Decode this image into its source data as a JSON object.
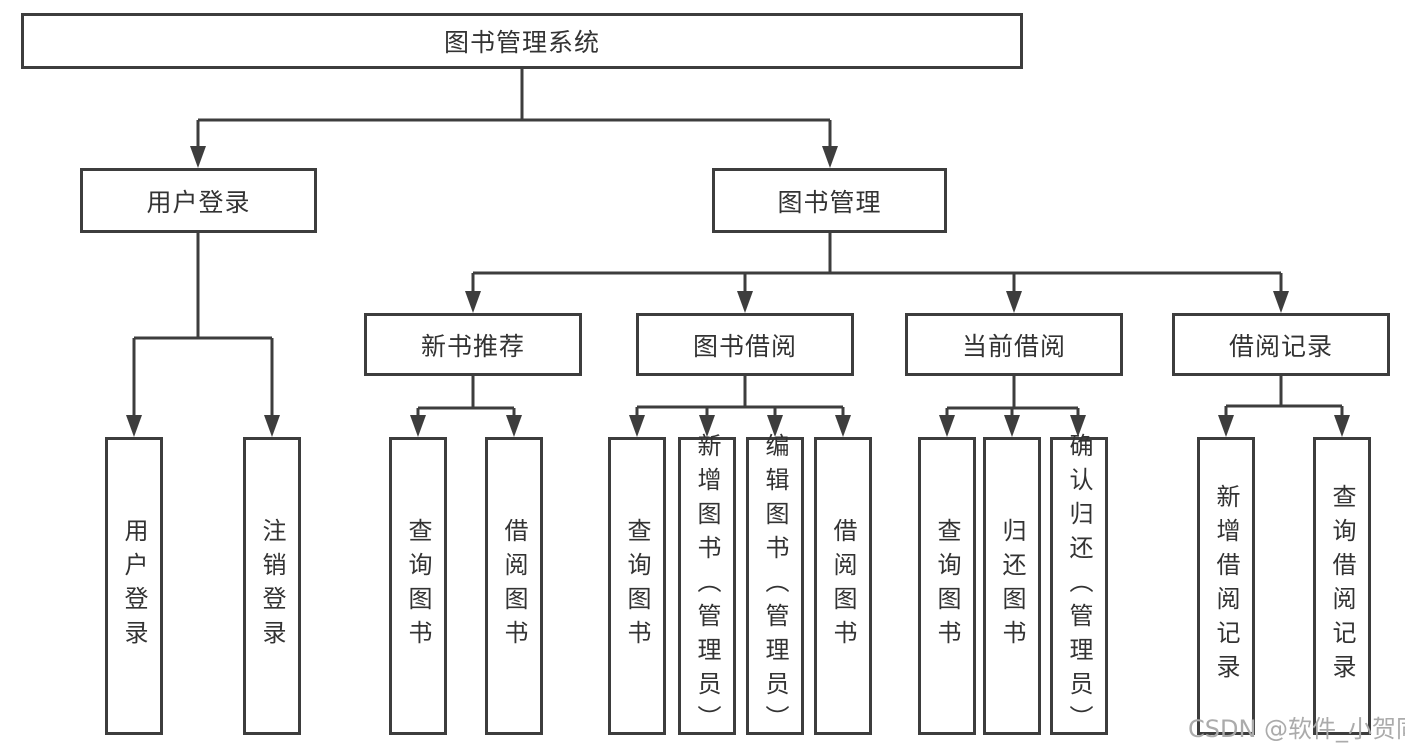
{
  "diagram": {
    "root": {
      "label": "图书管理系统"
    },
    "branches": [
      {
        "label": "用户登录",
        "children": [
          {
            "label": "用户登录"
          },
          {
            "label": "注销登录"
          }
        ]
      },
      {
        "label": "图书管理",
        "children": [
          {
            "label": "新书推荐",
            "children": [
              {
                "label": "查询图书"
              },
              {
                "label": "借阅图书"
              }
            ]
          },
          {
            "label": "图书借阅",
            "children": [
              {
                "label": "查询图书"
              },
              {
                "label": "新增图书（管理员）"
              },
              {
                "label": "编辑图书（管理员）"
              },
              {
                "label": "借阅图书"
              }
            ]
          },
          {
            "label": "当前借阅",
            "children": [
              {
                "label": "查询图书"
              },
              {
                "label": "归还图书"
              },
              {
                "label": "确认归还（管理员）"
              }
            ]
          },
          {
            "label": "借阅记录",
            "children": [
              {
                "label": "新增借阅记录"
              },
              {
                "label": "查询借阅记录"
              }
            ]
          }
        ]
      }
    ],
    "watermark": "CSDN @软件_小贺同学",
    "colors": {
      "line": "#3d3d3d",
      "text": "#333333",
      "watermark": "#ababab",
      "background": "#ffffff"
    }
  }
}
